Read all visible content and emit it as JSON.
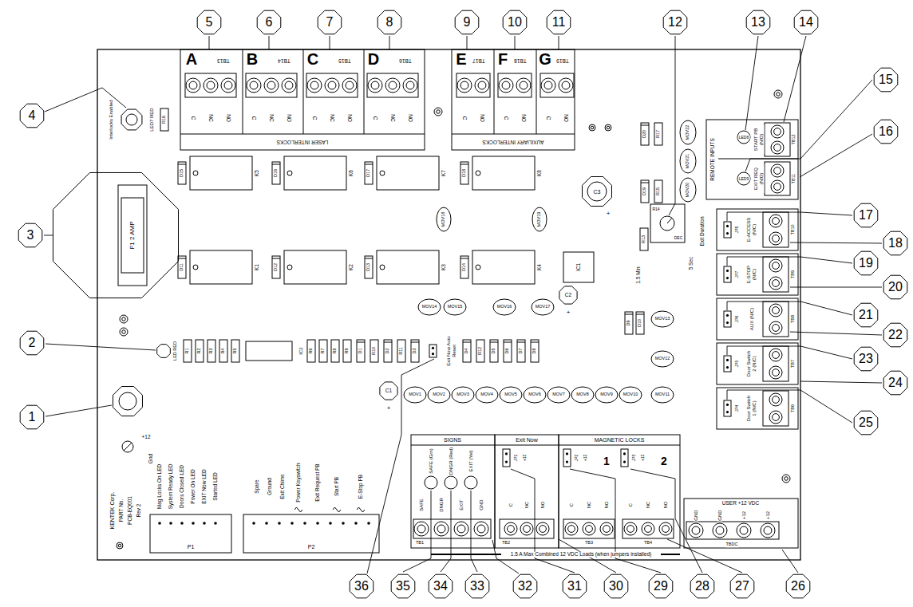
{
  "diagram": {
    "nodes": [
      {
        "text": [
          "1"
        ]
      },
      {
        "text": [
          "2"
        ]
      },
      {
        "text": [
          "3"
        ]
      },
      {
        "text": [
          "4"
        ]
      },
      {
        "text": [
          "5"
        ]
      },
      {
        "text": [
          "6"
        ]
      },
      {
        "text": [
          "7"
        ]
      },
      {
        "text": [
          "8"
        ]
      },
      {
        "text": [
          "9"
        ]
      },
      {
        "text": [
          "10"
        ]
      },
      {
        "text": [
          "11"
        ]
      },
      {
        "text": [
          "12"
        ]
      },
      {
        "text": [
          "13"
        ]
      },
      {
        "text": [
          "14"
        ]
      },
      {
        "text": [
          "15"
        ]
      },
      {
        "text": [
          "16"
        ]
      },
      {
        "text": [
          "17"
        ]
      },
      {
        "text": [
          "18"
        ]
      },
      {
        "text": [
          "19"
        ]
      },
      {
        "text": [
          "20"
        ]
      },
      {
        "text": [
          "21"
        ]
      },
      {
        "text": [
          "22"
        ]
      },
      {
        "text": [
          "23"
        ]
      },
      {
        "text": [
          "24"
        ]
      },
      {
        "text": [
          "25"
        ]
      },
      {
        "text": [
          "26"
        ]
      },
      {
        "text": [
          "27"
        ]
      },
      {
        "text": [
          "28"
        ]
      },
      {
        "text": [
          "29"
        ]
      },
      {
        "text": [
          "30"
        ]
      },
      {
        "text": [
          "31"
        ]
      },
      {
        "text": [
          "32"
        ]
      },
      {
        "text": [
          "33"
        ]
      },
      {
        "text": [
          "34"
        ]
      },
      {
        "text": [
          "35"
        ]
      },
      {
        "text": [
          "36"
        ]
      }
    ],
    "labels": [
      "A",
      "B",
      "C",
      "D",
      "E",
      "F",
      "G",
      "TB13",
      "TB14",
      "TB15",
      "TB16",
      "TB17",
      "TB18",
      "TB19",
      "C",
      "NC",
      "NO",
      "C",
      "NC",
      "NO",
      "C",
      "NC",
      "NO",
      "C",
      "NC",
      "NO",
      "C",
      "NO",
      "C",
      "NO",
      "C",
      "NO",
      "LASER INTERLOCKS",
      "AUXILIARY INTERLOCKS",
      "LED7 RED",
      "Interlocks Enabled",
      "F1 2 AMP",
      "R16",
      "K5",
      "K6",
      "K7",
      "K8",
      "D15",
      "D16",
      "D17",
      "D18",
      "K1",
      "K2",
      "K3",
      "K4",
      "D11",
      "D12",
      "D13",
      "D14",
      "IC1",
      "MOV18",
      "MOV19",
      "C3",
      "+",
      "D20",
      "R17",
      "D19",
      "R15",
      "R14",
      "DEC",
      "R13",
      "1.5 Min",
      "5 Sec",
      "Exit Duration",
      "MOV20",
      "MOV21",
      "MOV22",
      "REMOTE INPUTS",
      "LED8",
      "START PB (N/O)",
      "TB12",
      "LED9",
      "EXIT REQ (N/O)",
      "TB11",
      "JP8",
      "E-ACCESS (N/C)",
      "TB10",
      "JP7",
      "E-STOP (N/C)",
      "TB9",
      "JP6",
      "AUX (N/C)",
      "TB8",
      "JP5",
      "Door Switch 2 (N/C)",
      "TB7",
      "JP4",
      "Door Switch 1 (N/C)",
      "TB6",
      "LED RED",
      "R1",
      "R2",
      "R3",
      "R4",
      "R5",
      "IC2",
      "R6",
      "R7",
      "R8",
      "R9",
      "D1",
      "R10",
      "D2",
      "R11",
      "D3",
      "Exit Now Auto Reset",
      "D4",
      "R12",
      "D5",
      "D6",
      "D7",
      "D8",
      "D9",
      "D10",
      "MOV14",
      "MOV15",
      "MOV16",
      "MOV17",
      "C2",
      "+",
      "MOV13",
      "MOV12",
      "MOV11",
      "MOV1",
      "MOV2",
      "MOV3",
      "MOV4",
      "MOV5",
      "MOV6",
      "MOV7",
      "MOV8",
      "MOV9",
      "MOV10",
      "C1",
      "+",
      "+12",
      "Gnd",
      "KENTEK Corp.",
      "PART No.",
      "PCB-EQ001",
      "Rev 2",
      "Mag Locks On LED",
      "System Ready LED",
      "Doors Closed LED",
      "Power On LED",
      "EXIT Now LED",
      "Started LED",
      "P1",
      "Spare",
      "Ground",
      "Exit Chime",
      "Power Keyswitch",
      "Exit Request PB",
      "Start PB",
      "E-Stop PB",
      "P2",
      "SIGNS",
      "SAFE (Grn)",
      "DNGR (Red)",
      "EXIT (Yel)",
      "SAFE",
      "DNGR",
      "EXIT",
      "GND",
      "TB1",
      "Exit Now",
      "JP1",
      "+12",
      "C",
      "NC",
      "NO",
      "TB2",
      "MAGNETIC LOCKS",
      "JP2",
      "+12",
      "1",
      "JP3",
      "+12",
      "2",
      "C",
      "NC",
      "NO",
      "C",
      "NC",
      "NO",
      "TB3",
      "TB4",
      "USER +12 VDC",
      "GND",
      "GND",
      "+12",
      "+12",
      "TBDC",
      "1.5 A Max Combined 12 VDC Loads (when jumpers installed)"
    ]
  }
}
